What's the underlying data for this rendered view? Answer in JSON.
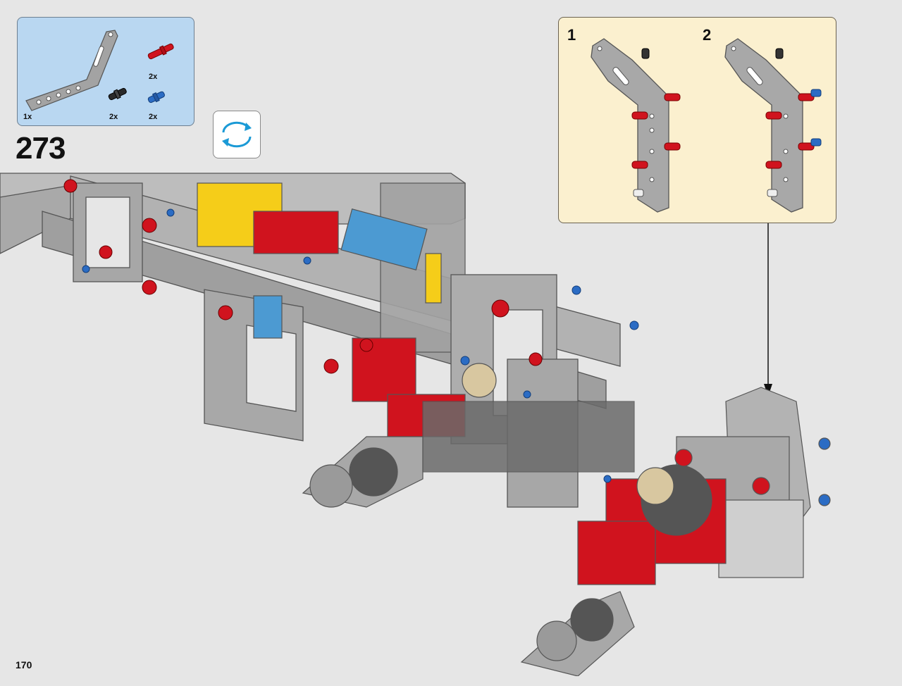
{
  "step": {
    "number": "273"
  },
  "page": {
    "number": "170"
  },
  "parts_list": {
    "items": [
      {
        "part": "bent-liftarm-grey",
        "qty": "1x",
        "color": "#9a9a9a"
      },
      {
        "part": "pin-long-red",
        "qty": "2x",
        "color": "#d0131e"
      },
      {
        "part": "pin-black",
        "qty": "2x",
        "color": "#2a2a2a"
      },
      {
        "part": "pin-blue",
        "qty": "2x",
        "color": "#2b6cc4"
      }
    ]
  },
  "sub_assembly": {
    "steps": [
      {
        "label": "1"
      },
      {
        "label": "2"
      }
    ]
  },
  "colors": {
    "parts_bg": "#b9d7f1",
    "subassembly_bg": "#fbf0cf",
    "page_bg": "#e6e6e6",
    "grey_part": "#a8a8a8",
    "red_part": "#d0131e",
    "yellow_part": "#f5cd19",
    "blue_part": "#4c9ad2"
  }
}
